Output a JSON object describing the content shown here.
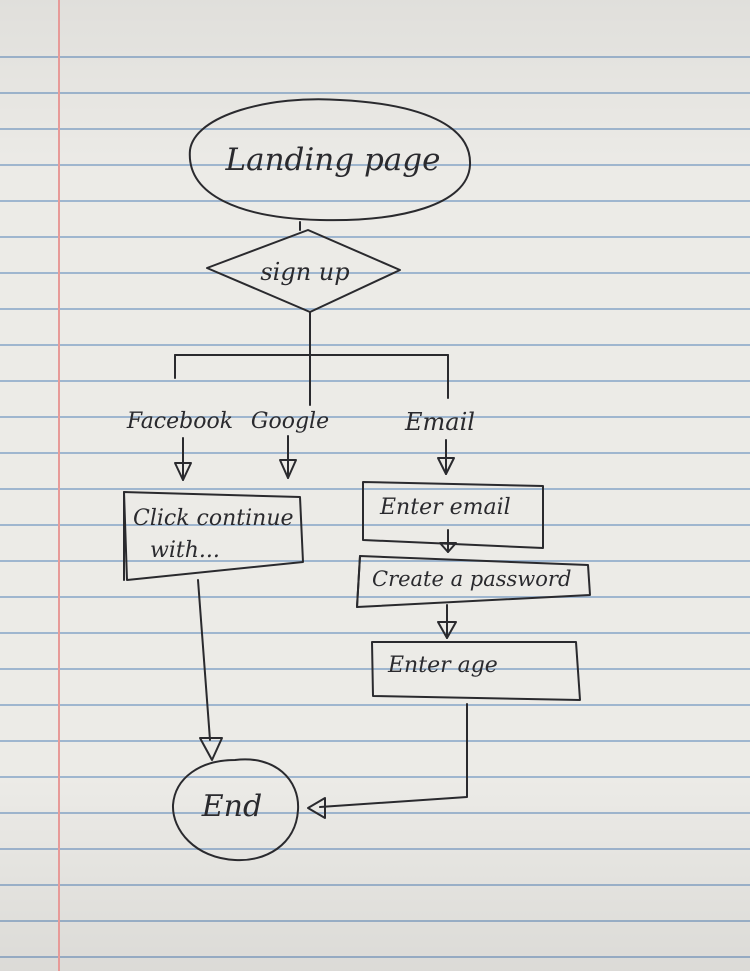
{
  "diagram": {
    "start": "Landing page",
    "decision": "sign up",
    "options": {
      "facebook": "Facebook",
      "google": "Google",
      "email": "Email"
    },
    "social_step_line1": "Click continue",
    "social_step_line2": "with...",
    "email_steps": {
      "enter_email": "Enter email",
      "create_password": "Create a password",
      "enter_age": "Enter age"
    },
    "end": "End"
  },
  "colors": {
    "ink": "#2a2a2e",
    "rule_line": "#9fb6cf",
    "margin_line": "#e79a98",
    "paper": "#ecebe7"
  }
}
